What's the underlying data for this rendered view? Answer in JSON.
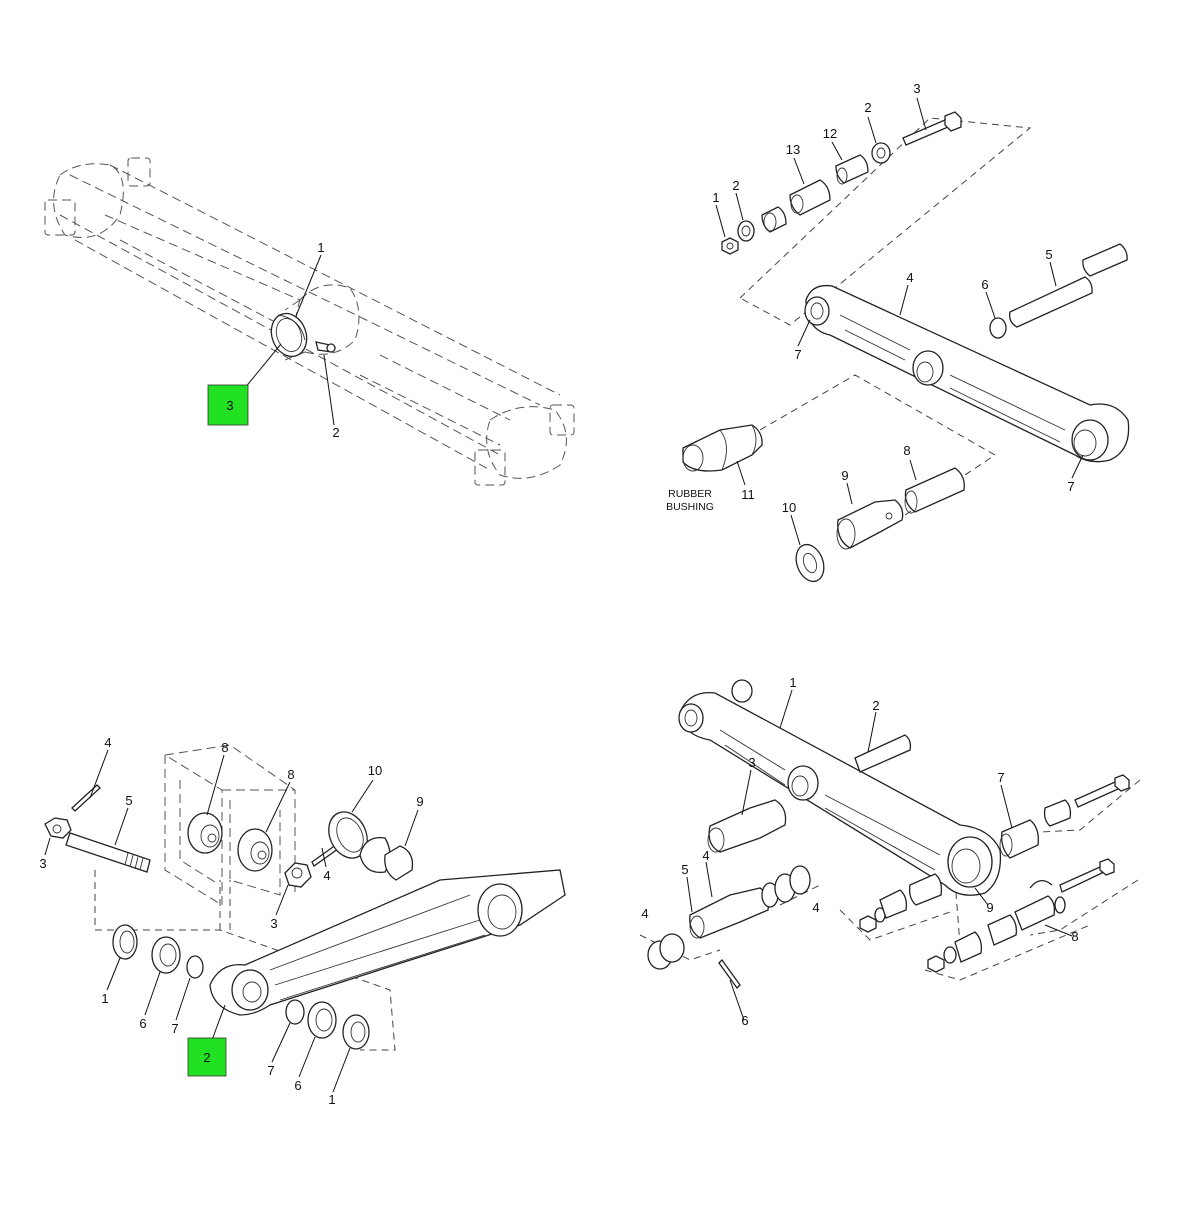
{
  "colors": {
    "highlight": "#22e022",
    "ink": "#111111",
    "background": "#ffffff"
  },
  "quadrants": {
    "top_left": {
      "callouts": [
        "1",
        "2"
      ],
      "highlight": "3"
    },
    "top_right": {
      "callouts": [
        "1",
        "2",
        "2",
        "3",
        "4",
        "5",
        "6",
        "7",
        "7",
        "8",
        "9",
        "10",
        "11",
        "12",
        "13"
      ],
      "note_line1": "RUBBER",
      "note_line2": "BUSHING"
    },
    "bottom_left": {
      "callouts": [
        "1",
        "1",
        "3",
        "3",
        "4",
        "4",
        "5",
        "6",
        "6",
        "7",
        "7",
        "8",
        "8",
        "9",
        "10"
      ],
      "highlight": "2"
    },
    "bottom_right": {
      "callouts": [
        "1",
        "2",
        "3",
        "4",
        "4",
        "4",
        "5",
        "6",
        "7",
        "8",
        "9"
      ]
    }
  }
}
